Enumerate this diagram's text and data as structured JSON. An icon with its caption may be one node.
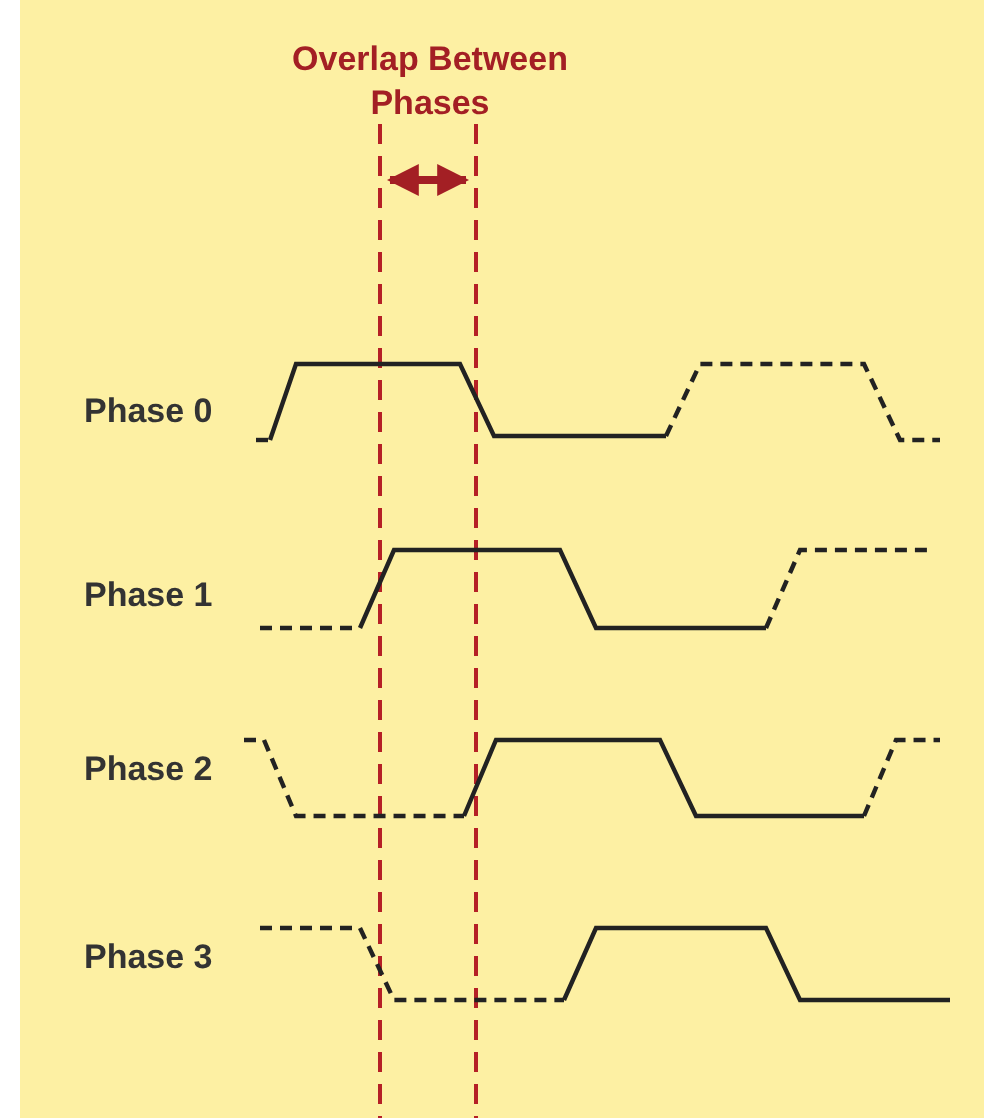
{
  "diagram": {
    "labels": [
      "Overlap Between Phases",
      "Phase 0",
      "Phase 1",
      "Phase 2",
      "Phase 3"
    ]
  }
}
